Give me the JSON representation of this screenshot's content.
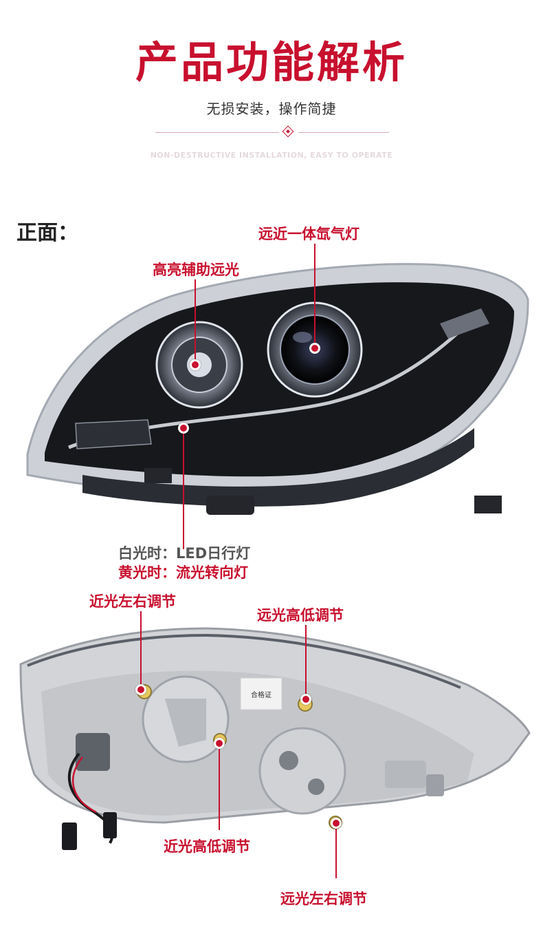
{
  "header": {
    "title": "产品功能解析",
    "subtitle": "无损安装，操作简捷",
    "subtitle_en": "NON-DESTRUCTIVE INSTALLATION, EASY TO OPERATE"
  },
  "front_view": {
    "label": "正面：",
    "callouts": {
      "bi_xenon": "远近一体氙气灯",
      "aux_high_beam": "高亮辅助远光",
      "white_light_prefix": "白光时：",
      "white_light_value": "LED日行灯",
      "yellow_light_prefix": "黄光时：",
      "yellow_light_value": "流光转向灯"
    }
  },
  "rear_view": {
    "callouts": {
      "low_beam_lr": "近光左右调节",
      "high_beam_hl": "远光高低调节",
      "low_beam_hl": "近光高低调节",
      "high_beam_lr": "远光左右调节"
    },
    "label_sticker": "合格证"
  },
  "colors": {
    "accent": "#c8102e",
    "text_dark": "#222222",
    "text_gray": "#555555",
    "headlight_housing": "#17181c",
    "headlight_lens": "#c9ccd3",
    "back_housing": "#cfd1d4"
  }
}
